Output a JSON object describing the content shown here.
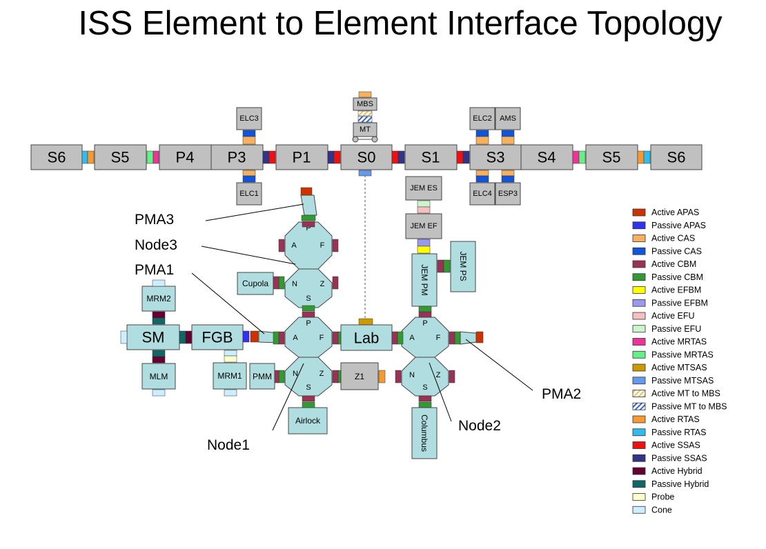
{
  "title": "ISS Element to Element Interface Topology",
  "truss": [
    "S6",
    "S5",
    "P4",
    "P3",
    "P1",
    "S0",
    "S1",
    "S3",
    "S4",
    "S5",
    "S6"
  ],
  "small_boxes": {
    "elc3": "ELC3",
    "elc1": "ELC1",
    "mbs": "MBS",
    "mt": "MT",
    "elc2": "ELC2",
    "ams": "AMS",
    "elc4": "ELC4",
    "esp3": "ESP3",
    "jem_es": "JEM ES",
    "jem_ef": "JEM EF"
  },
  "modules": {
    "sm": "SM",
    "fgb": "FGB",
    "lab": "Lab",
    "z1": "Z1",
    "mrm2": "MRM2",
    "mlm": "MLM",
    "mrm1": "MRM1",
    "pmm": "PMM",
    "cupola": "Cupola",
    "airlock": "Airlock",
    "columbus": "Columbus",
    "jem_pm": "JEM PM",
    "jem_ps": "JEM PS"
  },
  "port_letters": {
    "p": "P",
    "a": "A",
    "f": "F",
    "n": "N",
    "z": "Z",
    "s": "S"
  },
  "callouts": {
    "pma3": "PMA3",
    "node3": "Node3",
    "pma1": "PMA1",
    "pma2": "PMA2",
    "node2": "Node2",
    "node1": "Node1"
  },
  "legend": [
    {
      "label": "Active APAS",
      "color": "#cc3300"
    },
    {
      "label": "Passive APAS",
      "color": "#3333ee"
    },
    {
      "label": "Active CAS",
      "color": "#f5b060"
    },
    {
      "label": "Passive CAS",
      "color": "#1155dd"
    },
    {
      "label": "Active CBM",
      "color": "#993355"
    },
    {
      "label": "Passive CBM",
      "color": "#339933"
    },
    {
      "label": "Active EFBM",
      "color": "#ffff00"
    },
    {
      "label": "Passive EFBM",
      "color": "#9999ee"
    },
    {
      "label": "Active EFU",
      "color": "#f5c0c0"
    },
    {
      "label": "Passive EFU",
      "color": "#ccf5cc"
    },
    {
      "label": "Active MRTAS",
      "color": "#ee3399"
    },
    {
      "label": "Passive MRTAS",
      "color": "#66ee88"
    },
    {
      "label": "Active MTSAS",
      "color": "#cc9900"
    },
    {
      "label": "Passive MTSAS",
      "color": "#6699ee"
    },
    {
      "label": "Active MT to MBS",
      "color": "#ffe8a0"
    },
    {
      "label": "Passive MT to MBS",
      "color": "#3366cc"
    },
    {
      "label": "Active RTAS",
      "color": "#f59933"
    },
    {
      "label": "Passive RTAS",
      "color": "#33bbee"
    },
    {
      "label": "Active SSAS",
      "color": "#ee1111"
    },
    {
      "label": "Passive SSAS",
      "color": "#333388"
    },
    {
      "label": "Active Hybrid",
      "color": "#660033"
    },
    {
      "label": "Passive Hybrid",
      "color": "#116666"
    },
    {
      "label": "Probe",
      "color": "#ffffcc"
    },
    {
      "label": "Cone",
      "color": "#cceeff"
    }
  ]
}
